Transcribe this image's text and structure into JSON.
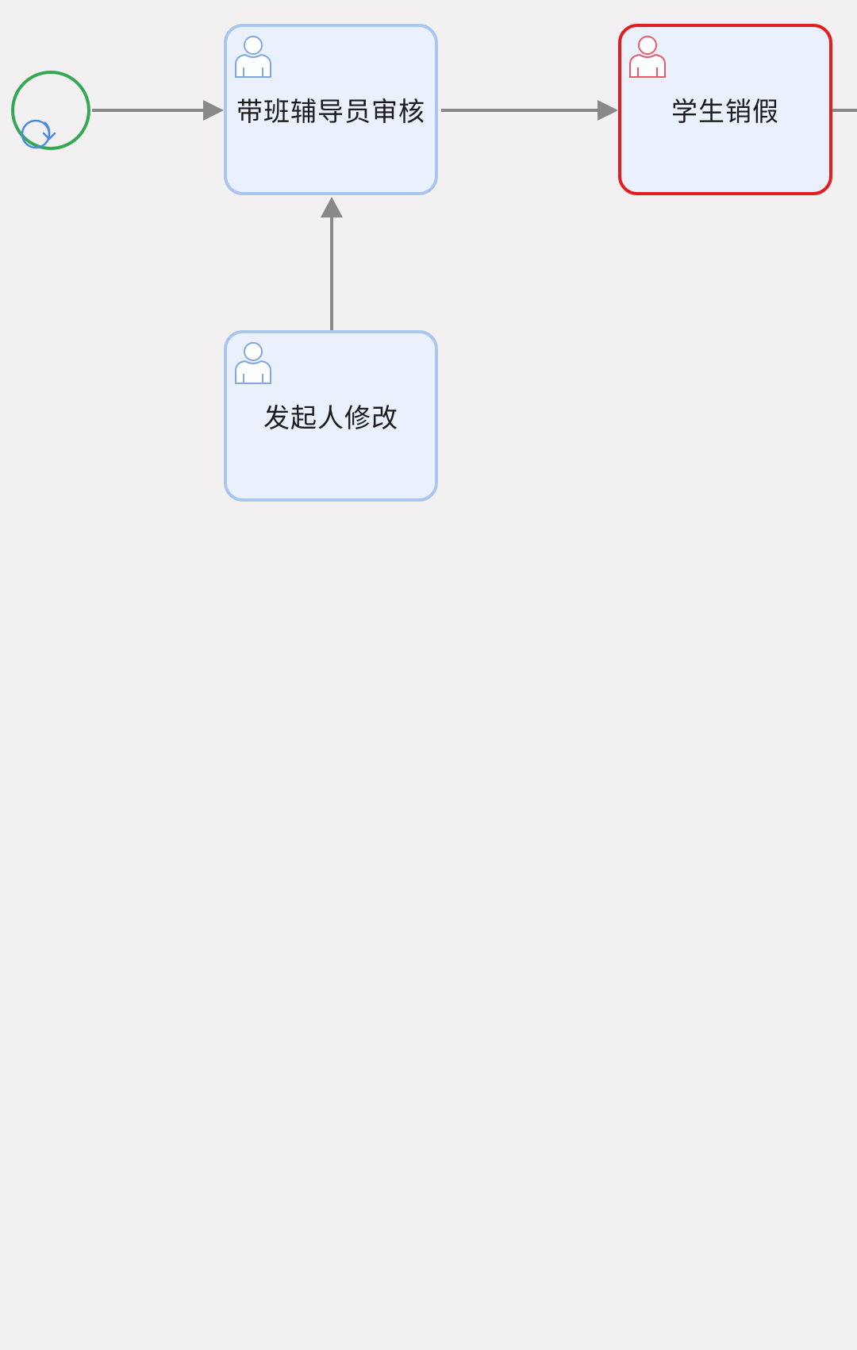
{
  "start_event": {
    "icon": "start-event-icon",
    "marker_icon": "loop-arrow-icon",
    "border_color": "#34a853",
    "marker_color": "#4a8be0"
  },
  "tasks": [
    {
      "id": "approve",
      "label": "带班辅导员审核",
      "icon": "user-icon",
      "state": "normal"
    },
    {
      "id": "cancel",
      "label": "学生销假",
      "icon": "user-icon",
      "state": "active"
    },
    {
      "id": "modify",
      "label": "发起人修改",
      "icon": "user-icon",
      "state": "normal"
    }
  ],
  "flows": [
    {
      "from": "start_event",
      "to": "approve"
    },
    {
      "from": "approve",
      "to": "cancel"
    },
    {
      "from": "modify",
      "to": "approve"
    },
    {
      "from": "cancel",
      "to": "offscreen-right"
    }
  ],
  "colors": {
    "background": "#f2f0f1",
    "task_fill": "#eaf1fc",
    "task_border": "#a9c6ef",
    "active_border": "#e31e1e",
    "active_icon": "#e8596a",
    "normal_icon": "#7fa8e0",
    "flow_line": "#888888"
  }
}
